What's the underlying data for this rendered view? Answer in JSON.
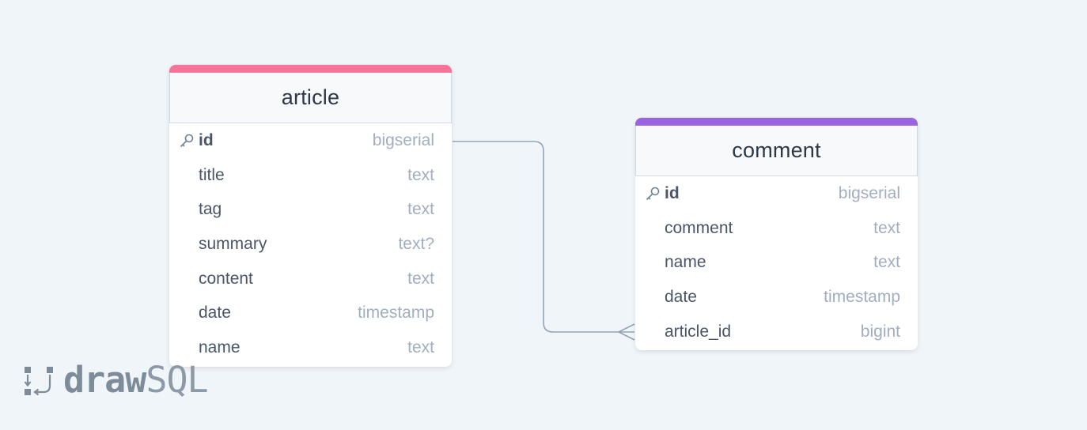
{
  "colors": {
    "background": "#f0f5f9",
    "article_accent": "#f6739a",
    "comment_accent": "#9a63e0",
    "connector": "#94a3b8"
  },
  "tables": {
    "article": {
      "name": "article",
      "columns": [
        {
          "name": "id",
          "type": "bigserial",
          "primary_key": true
        },
        {
          "name": "title",
          "type": "text"
        },
        {
          "name": "tag",
          "type": "text"
        },
        {
          "name": "summary",
          "type": "text?"
        },
        {
          "name": "content",
          "type": "text"
        },
        {
          "name": "date",
          "type": "timestamp"
        },
        {
          "name": "name",
          "type": "text"
        }
      ]
    },
    "comment": {
      "name": "comment",
      "columns": [
        {
          "name": "id",
          "type": "bigserial",
          "primary_key": true
        },
        {
          "name": "comment",
          "type": "text"
        },
        {
          "name": "name",
          "type": "text"
        },
        {
          "name": "date",
          "type": "timestamp"
        },
        {
          "name": "article_id",
          "type": "bigint"
        }
      ]
    }
  },
  "relationship": {
    "from": "article.id",
    "to": "comment.article_id",
    "cardinality": "one-to-many"
  },
  "logo": {
    "part1": "draw",
    "part2": "SQL"
  }
}
